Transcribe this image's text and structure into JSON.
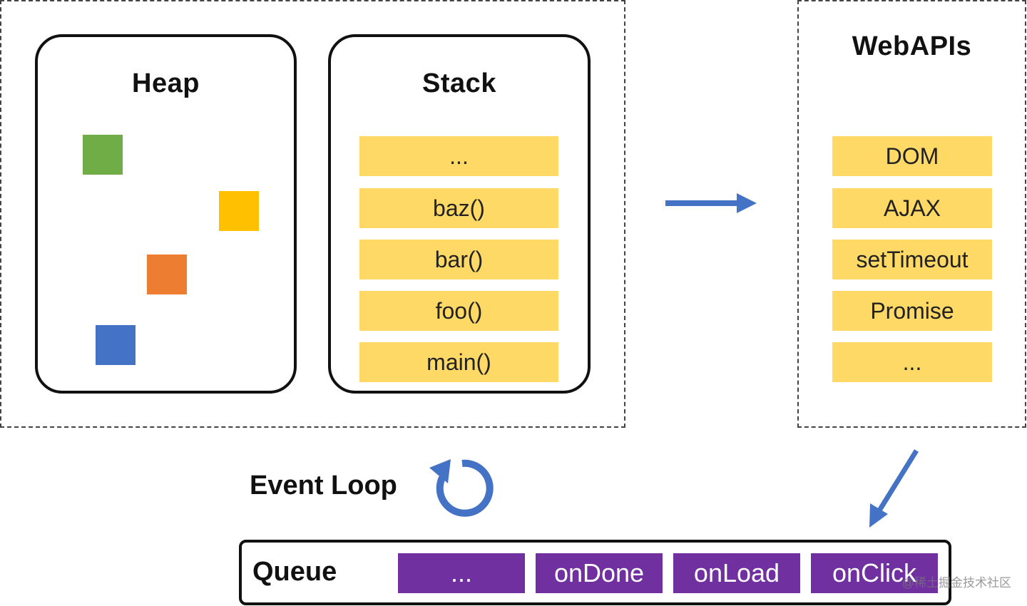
{
  "heap": {
    "title": "Heap",
    "objects": [
      {
        "name": "green",
        "color": "#70ad47"
      },
      {
        "name": "yellow",
        "color": "#ffc000"
      },
      {
        "name": "orange",
        "color": "#ed7d31"
      },
      {
        "name": "blue",
        "color": "#4472c4"
      }
    ]
  },
  "stack": {
    "title": "Stack",
    "frames": [
      "...",
      "baz()",
      "bar()",
      "foo()",
      "main()"
    ]
  },
  "webapis": {
    "title": "WebAPIs",
    "items": [
      "DOM",
      "AJAX",
      "setTimeout",
      "Promise",
      "..."
    ]
  },
  "event_loop": {
    "label": "Event Loop",
    "icon": "refresh-icon"
  },
  "queue": {
    "label": "Queue",
    "items": [
      "...",
      "onDone",
      "onLoad",
      "onClick"
    ]
  },
  "colors": {
    "cell_yellow": "#ffd966",
    "queue_purple": "#7030a0",
    "arrow_blue": "#4472c4"
  },
  "watermark": "@稀土掘金技术社区"
}
